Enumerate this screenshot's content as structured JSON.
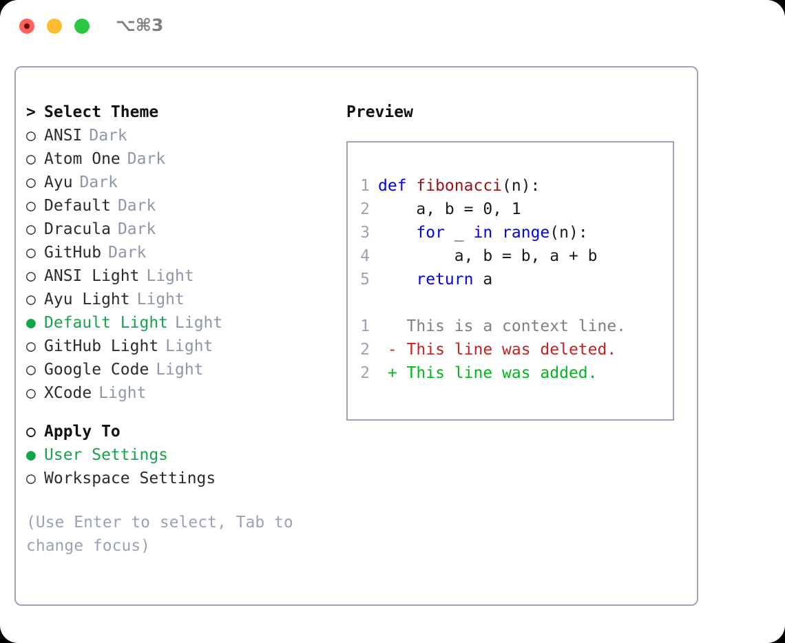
{
  "titlebar": {
    "shortcut": "⌥⌘3",
    "buttons": {
      "close": "close-button",
      "minimize": "minimize-button",
      "maximize": "maximize-button"
    }
  },
  "theme_panel": {
    "header_marker": ">",
    "header_label": "Select Theme",
    "items": [
      {
        "marker": "○",
        "label": "ANSI",
        "badge": "Dark",
        "selected": false
      },
      {
        "marker": "○",
        "label": "Atom One",
        "badge": "Dark",
        "selected": false
      },
      {
        "marker": "○",
        "label": "Ayu",
        "badge": "Dark",
        "selected": false
      },
      {
        "marker": "○",
        "label": "Default",
        "badge": "Dark",
        "selected": false
      },
      {
        "marker": "○",
        "label": "Dracula",
        "badge": "Dark",
        "selected": false
      },
      {
        "marker": "○",
        "label": "GitHub",
        "badge": "Dark",
        "selected": false
      },
      {
        "marker": "○",
        "label": "ANSI Light",
        "badge": "Light",
        "selected": false
      },
      {
        "marker": "○",
        "label": "Ayu Light",
        "badge": "Light",
        "selected": false
      },
      {
        "marker": "●",
        "label": "Default Light",
        "badge": "Light",
        "selected": true
      },
      {
        "marker": "○",
        "label": "GitHub Light",
        "badge": "Light",
        "selected": false
      },
      {
        "marker": "○",
        "label": "Google Code",
        "badge": "Light",
        "selected": false
      },
      {
        "marker": "○",
        "label": "XCode",
        "badge": "Light",
        "selected": false
      }
    ]
  },
  "apply_to": {
    "header_label": "Apply To",
    "items": [
      {
        "marker": "●",
        "label": "User Settings",
        "selected": true
      },
      {
        "marker": "○",
        "label": "Workspace Settings",
        "selected": false
      }
    ]
  },
  "hint": "(Use Enter to select, Tab to change focus)",
  "preview": {
    "title": "Preview",
    "code_lines": [
      {
        "no": "1",
        "segments": [
          {
            "text": "def ",
            "style": "kw"
          },
          {
            "text": "fibonacci",
            "style": "fn"
          },
          {
            "text": "(n):",
            "style": "plain"
          }
        ]
      },
      {
        "no": "2",
        "segments": [
          {
            "text": "    a, b = 0, 1",
            "style": "plain"
          }
        ]
      },
      {
        "no": "3",
        "segments": [
          {
            "text": "    ",
            "style": "plain"
          },
          {
            "text": "for ",
            "style": "kw"
          },
          {
            "text": "_ ",
            "style": "plain"
          },
          {
            "text": "in ",
            "style": "kw"
          },
          {
            "text": "range",
            "style": "kw"
          },
          {
            "text": "(n):",
            "style": "plain"
          }
        ]
      },
      {
        "no": "4",
        "segments": [
          {
            "text": "        a, b = b, a + b",
            "style": "plain"
          }
        ]
      },
      {
        "no": "5",
        "segments": [
          {
            "text": "    ",
            "style": "plain"
          },
          {
            "text": "return ",
            "style": "kw"
          },
          {
            "text": "a",
            "style": "plain"
          }
        ]
      }
    ],
    "diff_lines": [
      {
        "no": "1",
        "marker": " ",
        "text": "This is a context line.",
        "kind": "diff-ctx"
      },
      {
        "no": "2",
        "marker": "-",
        "text": "This line was deleted.",
        "kind": "diff-del"
      },
      {
        "no": "2",
        "marker": "+",
        "text": "This line was added.",
        "kind": "diff-add"
      }
    ]
  },
  "colors": {
    "accent_green": "#16a34a",
    "muted_gray": "#8d97a8",
    "hint_gray": "#9aa3b2",
    "border": "#9ba5b4",
    "keyword_blue": "#0000ee",
    "function_red": "#9b1111",
    "diff_delete": "#c62020",
    "diff_add": "#00b81a",
    "traffic_red": "#ff6057",
    "traffic_yellow": "#febc2e",
    "traffic_green": "#28c840"
  }
}
